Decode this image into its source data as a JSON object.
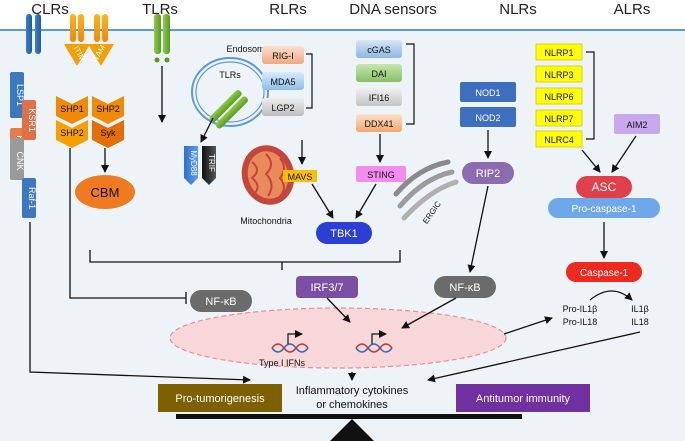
{
  "headers": {
    "clrs": "CLRs",
    "tlrs": "TLRs",
    "rlrs": "RLRs",
    "dna_sensors": "DNA sensors",
    "nlrs": "NLRs",
    "alrs": "ALRs"
  },
  "clr": {
    "lsp1": "LSP1",
    "ksr1": "KSR1",
    "cnk": "CNK",
    "raf1": "Raf-1",
    "itim": "ITIM",
    "itam": "ITAM",
    "shp1": "SHP1",
    "shp2_left": "SHP2",
    "shp2_right": "SHP2",
    "syk": "Syk",
    "cbm": "CBM"
  },
  "tlr": {
    "endosome": "Endosome",
    "tlrs": "TLRs",
    "myd88": "MyD88",
    "trif": "TRIF"
  },
  "rlr": {
    "rig1": "RIG-I",
    "mda5": "MDA5",
    "lgp2": "LGP2",
    "mavs": "MAVS",
    "mitochondria": "Mitochondria"
  },
  "dna": {
    "cgas": "cGAS",
    "dai": "DAI",
    "ifi16": "IFI16",
    "ddx41": "DDX41",
    "sting": "STING",
    "ergic": "ERGIC"
  },
  "nlr": {
    "nod1": "NOD1",
    "nod2": "NOD2",
    "rip2": "RIP2"
  },
  "alr": {
    "nlrp1": "NLRP1",
    "nlrp3": "NLRP3",
    "nlrp6": "NLRP6",
    "nlrp7": "NLRP7",
    "nlrc4": "NLRC4",
    "aim2": "AIM2",
    "asc": "ASC",
    "pro_caspase1": "Pro-caspase-1",
    "caspase1": "Caspase-1",
    "pro_il1b": "Pro-IL1β",
    "pro_il18": "Pro-IL18",
    "il1b": "IL1β",
    "il18": "IL18"
  },
  "core": {
    "tbk1": "TBK1",
    "nfkb_left": "NF-κB",
    "irf37": "IRF3/7",
    "nfkb_right": "NF-κB",
    "type1_ifns": "Type I IFNs"
  },
  "outcome": {
    "pro_tumorigenesis": "Pro-tumorigenesis",
    "cytokines_line1": "Inflammatory cytokines",
    "cytokines_line2": "or chemokines",
    "antitumor": "Antitumor immunity"
  },
  "colors": {
    "membrane_blue": "#5b9bd5",
    "bg_panel": "#eef3f8",
    "tbk1": "#2b3fd6",
    "nfkb": "#6b6b6b",
    "irf": "#7b4fa3",
    "rip2": "#8c6bb1",
    "nod": "#3e6fbf",
    "yellow_box": "#ffff00",
    "aim2": "#c9a8ee",
    "asc": "#e0404a",
    "pro_caspase": "#6fa8ea",
    "caspase": "#ee2a1e",
    "sting": "#f28cf0",
    "cbm": "#f07a20",
    "pro_tumor": "#7f6000",
    "antitumor": "#7030a0",
    "nucleus": "#f8d7da"
  }
}
